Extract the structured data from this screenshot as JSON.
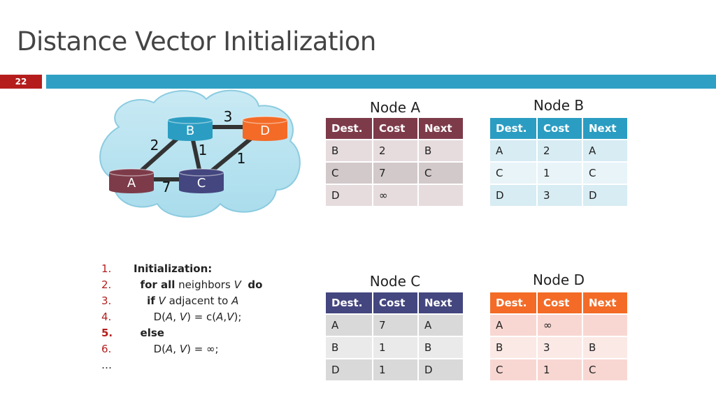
{
  "title": "Distance Vector Initialization",
  "slide_number": "22",
  "diagram": {
    "nodes": [
      {
        "id": "A",
        "label": "A",
        "color": "#7d3b4a"
      },
      {
        "id": "B",
        "label": "B",
        "color": "#2b9dc2"
      },
      {
        "id": "C",
        "label": "C",
        "color": "#44467f"
      },
      {
        "id": "D",
        "label": "D",
        "color": "#f36b27"
      }
    ],
    "edges": [
      {
        "from": "A",
        "to": "B",
        "cost": "2"
      },
      {
        "from": "B",
        "to": "D",
        "cost": "3"
      },
      {
        "from": "B",
        "to": "C",
        "cost": "1"
      },
      {
        "from": "C",
        "to": "D",
        "cost": "1"
      },
      {
        "from": "A",
        "to": "C",
        "cost": "7"
      }
    ]
  },
  "tables": {
    "headers": [
      "Dest.",
      "Cost",
      "Next"
    ],
    "node_a": {
      "title": "Node A",
      "rows": [
        [
          "B",
          "2",
          "B"
        ],
        [
          "C",
          "7",
          "C"
        ],
        [
          "D",
          "∞",
          ""
        ]
      ]
    },
    "node_b": {
      "title": "Node B",
      "rows": [
        [
          "A",
          "2",
          "A"
        ],
        [
          "C",
          "1",
          "C"
        ],
        [
          "D",
          "3",
          "D"
        ]
      ]
    },
    "node_c": {
      "title": "Node C",
      "rows": [
        [
          "A",
          "7",
          "A"
        ],
        [
          "B",
          "1",
          "B"
        ],
        [
          "D",
          "1",
          "D"
        ]
      ]
    },
    "node_d": {
      "title": "Node D",
      "rows": [
        [
          "A",
          "∞",
          ""
        ],
        [
          "B",
          "3",
          "B"
        ],
        [
          "C",
          "1",
          "C"
        ]
      ]
    }
  },
  "code": {
    "lines": [
      {
        "num": "1.",
        "parts": [
          {
            "t": "Initialization:",
            "s": "kw"
          }
        ]
      },
      {
        "num": "2.",
        "parts": [
          {
            "t": "  "
          },
          {
            "t": "for all",
            "s": "kw"
          },
          {
            "t": " neighbors "
          },
          {
            "t": "V",
            "s": "it"
          },
          {
            "t": "  "
          },
          {
            "t": "do",
            "s": "kw"
          }
        ]
      },
      {
        "num": "3.",
        "parts": [
          {
            "t": "    "
          },
          {
            "t": "if",
            "s": "kw"
          },
          {
            "t": " "
          },
          {
            "t": "V",
            "s": "it"
          },
          {
            "t": " adjacent to "
          },
          {
            "t": "A",
            "s": "it"
          }
        ]
      },
      {
        "num": "4.",
        "parts": [
          {
            "t": "      D("
          },
          {
            "t": "A",
            "s": "it"
          },
          {
            "t": ", "
          },
          {
            "t": "V",
            "s": "it"
          },
          {
            "t": ") = c("
          },
          {
            "t": "A",
            "s": "it"
          },
          {
            "t": ","
          },
          {
            "t": "V",
            "s": "it"
          },
          {
            "t": ");"
          }
        ]
      },
      {
        "num": "5.",
        "hl": true,
        "parts": [
          {
            "t": "  "
          },
          {
            "t": "else",
            "s": "kw"
          }
        ]
      },
      {
        "num": "6.",
        "parts": [
          {
            "t": "      D("
          },
          {
            "t": "A",
            "s": "it"
          },
          {
            "t": ", "
          },
          {
            "t": "V",
            "s": "it"
          },
          {
            "t": ") = ∞;"
          }
        ]
      },
      {
        "num": "…",
        "parts": []
      }
    ]
  }
}
